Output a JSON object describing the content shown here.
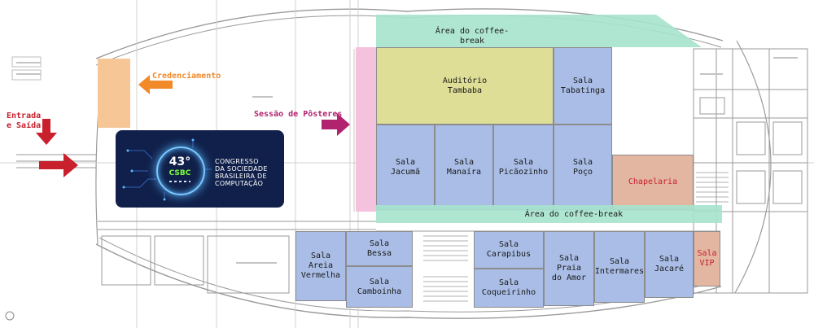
{
  "colors": {
    "blue_room": "#a9bde6",
    "yellow_room": "#dede96",
    "coffee_green": "#a6e3cd",
    "poster_pink": "#f5c2dd",
    "credenciamento_orange": "#f6c696",
    "chapelaria_brown": "#e2b6a1",
    "arrow_orange": "#f28a2a",
    "arrow_red": "#c8202d",
    "arrow_magenta": "#b1226f",
    "logo_bg": "#10204a"
  },
  "icons": {
    "credenciamento_arrow": "left-arrow-icon",
    "entrada_arrows": "down-and-right-arrow-icon",
    "posteres_arrow": "right-arrow-icon"
  },
  "callouts": {
    "entrada": "Entrada\ne Saída",
    "credenciamento": "Credenciamento",
    "posteres": "Sessão de Pôsteres"
  },
  "logo": {
    "number": "43°",
    "abbr": "CSBC",
    "text": "CONGRESSO\nDA SOCIEDADE\nBRASILEIRA DE\nCOMPUTAÇÃO"
  },
  "areas": {
    "coffee_top": "Área do coffee-break",
    "coffee_bottom": "Área do coffee-break"
  },
  "rooms": {
    "auditorio": "Auditório\nTambaba",
    "tabatinga": "Sala\nTabatinga",
    "jacuma": "Sala\nJacumã",
    "manaira": "Sala\nManaíra",
    "picaozinho": "Sala\nPicãozinho",
    "poco": "Sala\nPoço",
    "chapelaria": "Chapelaria",
    "areia_vermelha": "Sala\nAreia\nVermelha",
    "bessa": "Sala\nBessa",
    "camboinha": "Sala\nCamboinha",
    "carapibus": "Sala\nCarapibus",
    "coqueirinho": "Sala\nCoqueirinho",
    "praia_do_amor": "Sala\nPraia\ndo Amor",
    "intermares": "Sala\nIntermares",
    "jacare": "Sala\nJacaré",
    "vip": "Sala\nVIP"
  }
}
